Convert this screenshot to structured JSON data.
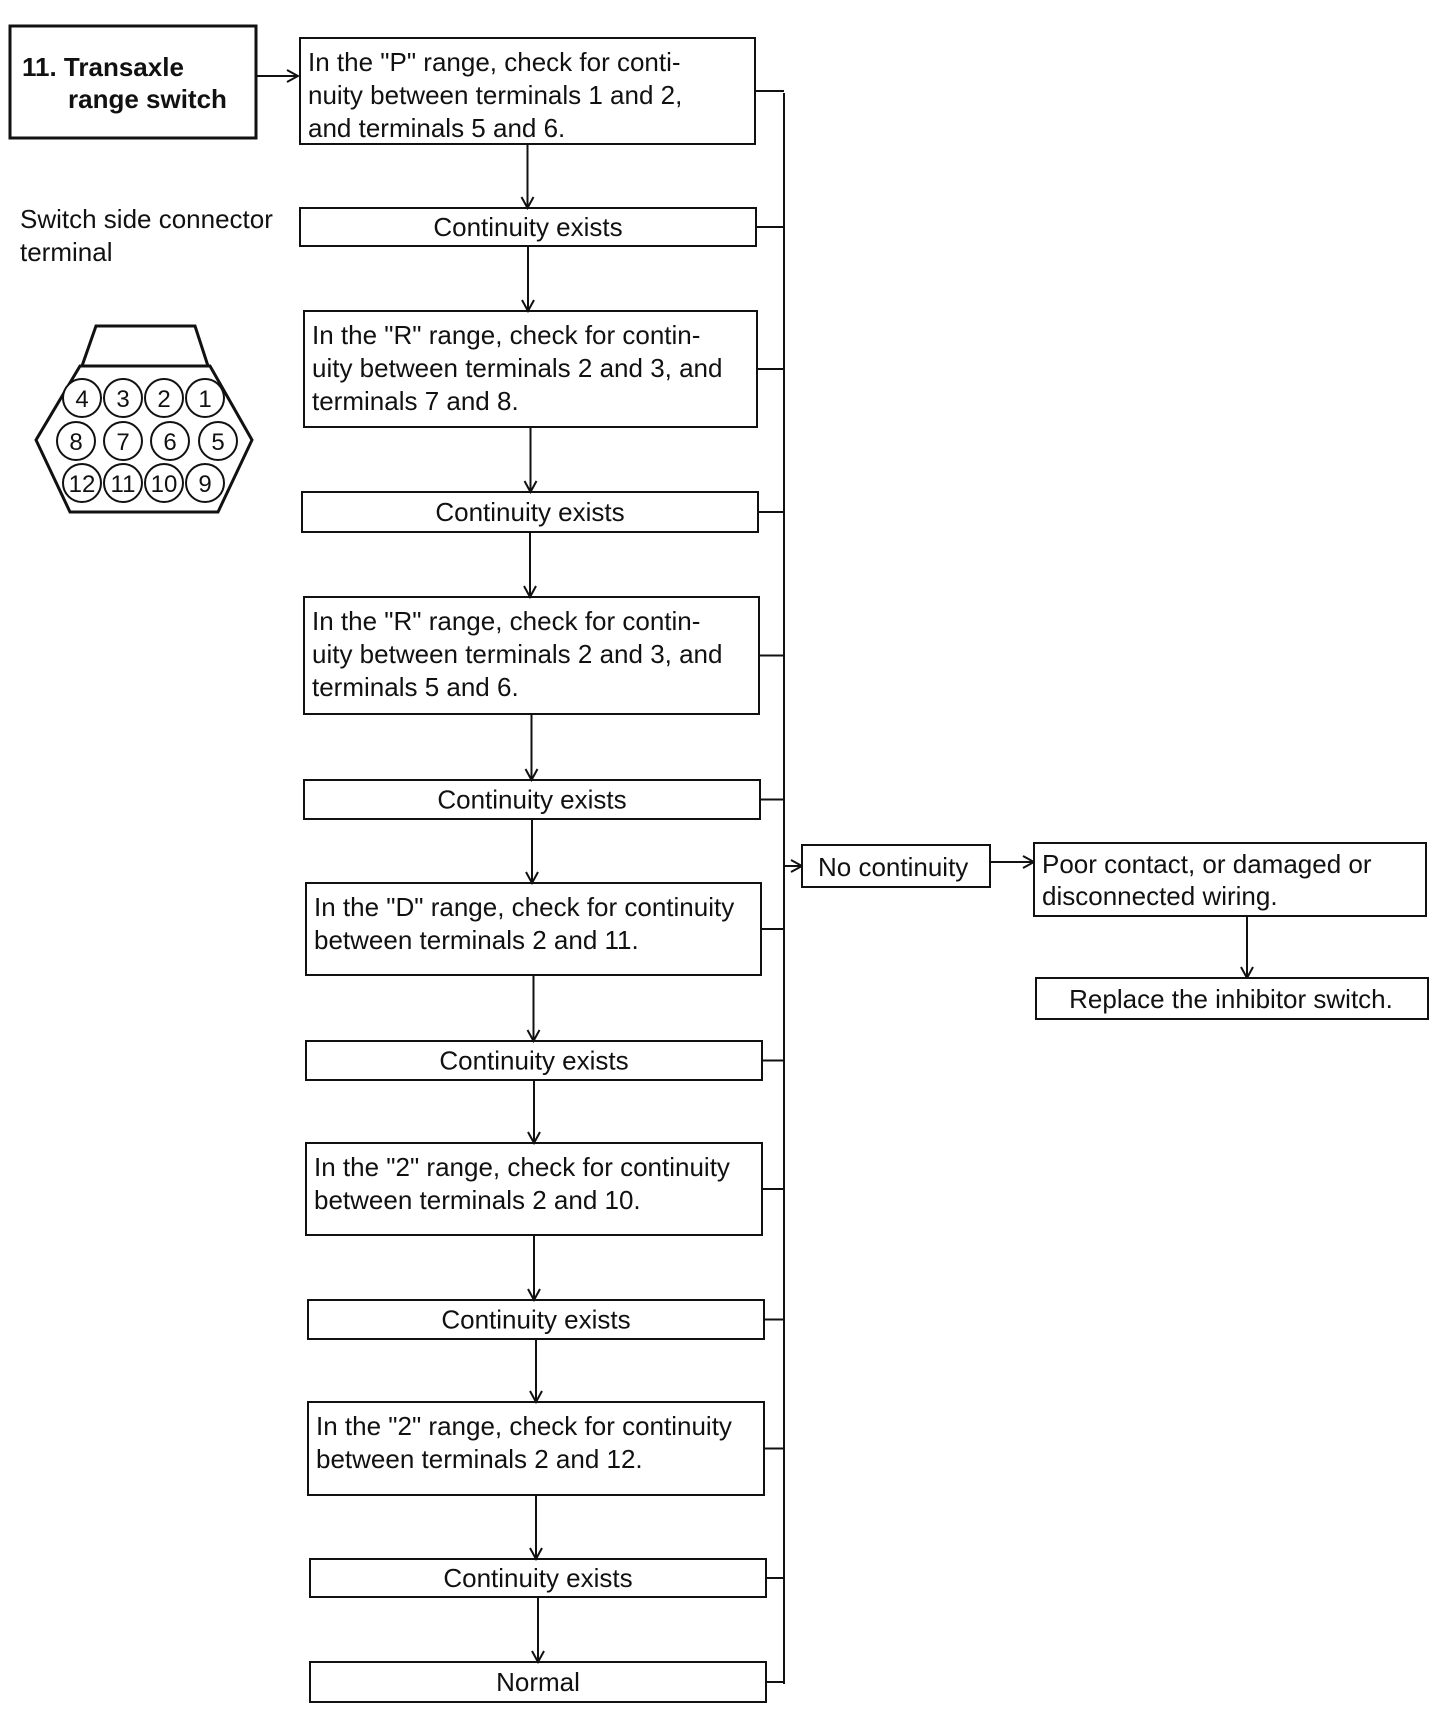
{
  "title": {
    "line1": "11. Transaxle",
    "line2": "range switch"
  },
  "connector": {
    "label_line1": "Switch side connector",
    "label_line2": "terminal",
    "rows": [
      [
        "4",
        "3",
        "2",
        "1"
      ],
      [
        "8",
        "7",
        "6",
        "5"
      ],
      [
        "12",
        "11",
        "10",
        "9"
      ]
    ]
  },
  "steps": [
    {
      "lines": [
        "In the \"P\" range, check for conti-",
        "nuity between terminals 1 and 2,",
        "and terminals 5 and 6."
      ]
    },
    {
      "lines": [
        "Continuity exists"
      ]
    },
    {
      "lines": [
        "In the \"R\" range, check for contin-",
        "uity between terminals 2 and 3, and",
        "terminals 7 and 8."
      ]
    },
    {
      "lines": [
        "Continuity exists"
      ]
    },
    {
      "lines": [
        "In the \"R\" range, check for contin-",
        "uity between terminals 2 and 3, and",
        "terminals 5 and 6."
      ]
    },
    {
      "lines": [
        "Continuity exists"
      ]
    },
    {
      "lines": [
        "In the \"D\" range, check for continuity",
        "between terminals 2 and 11."
      ]
    },
    {
      "lines": [
        "Continuity exists"
      ]
    },
    {
      "lines": [
        "In the \"2\" range, check for continuity",
        "between terminals 2 and 10."
      ]
    },
    {
      "lines": [
        "Continuity exists"
      ]
    },
    {
      "lines": [
        "In the \"2\" range, check for continuity",
        "between terminals 2 and 12."
      ]
    },
    {
      "lines": [
        "Continuity exists"
      ]
    },
    {
      "lines": [
        "Normal"
      ]
    }
  ],
  "no_continuity": "No continuity",
  "fault": {
    "lines": [
      "Poor contact, or damaged or",
      "disconnected wiring."
    ]
  },
  "action": "Replace the inhibitor switch."
}
